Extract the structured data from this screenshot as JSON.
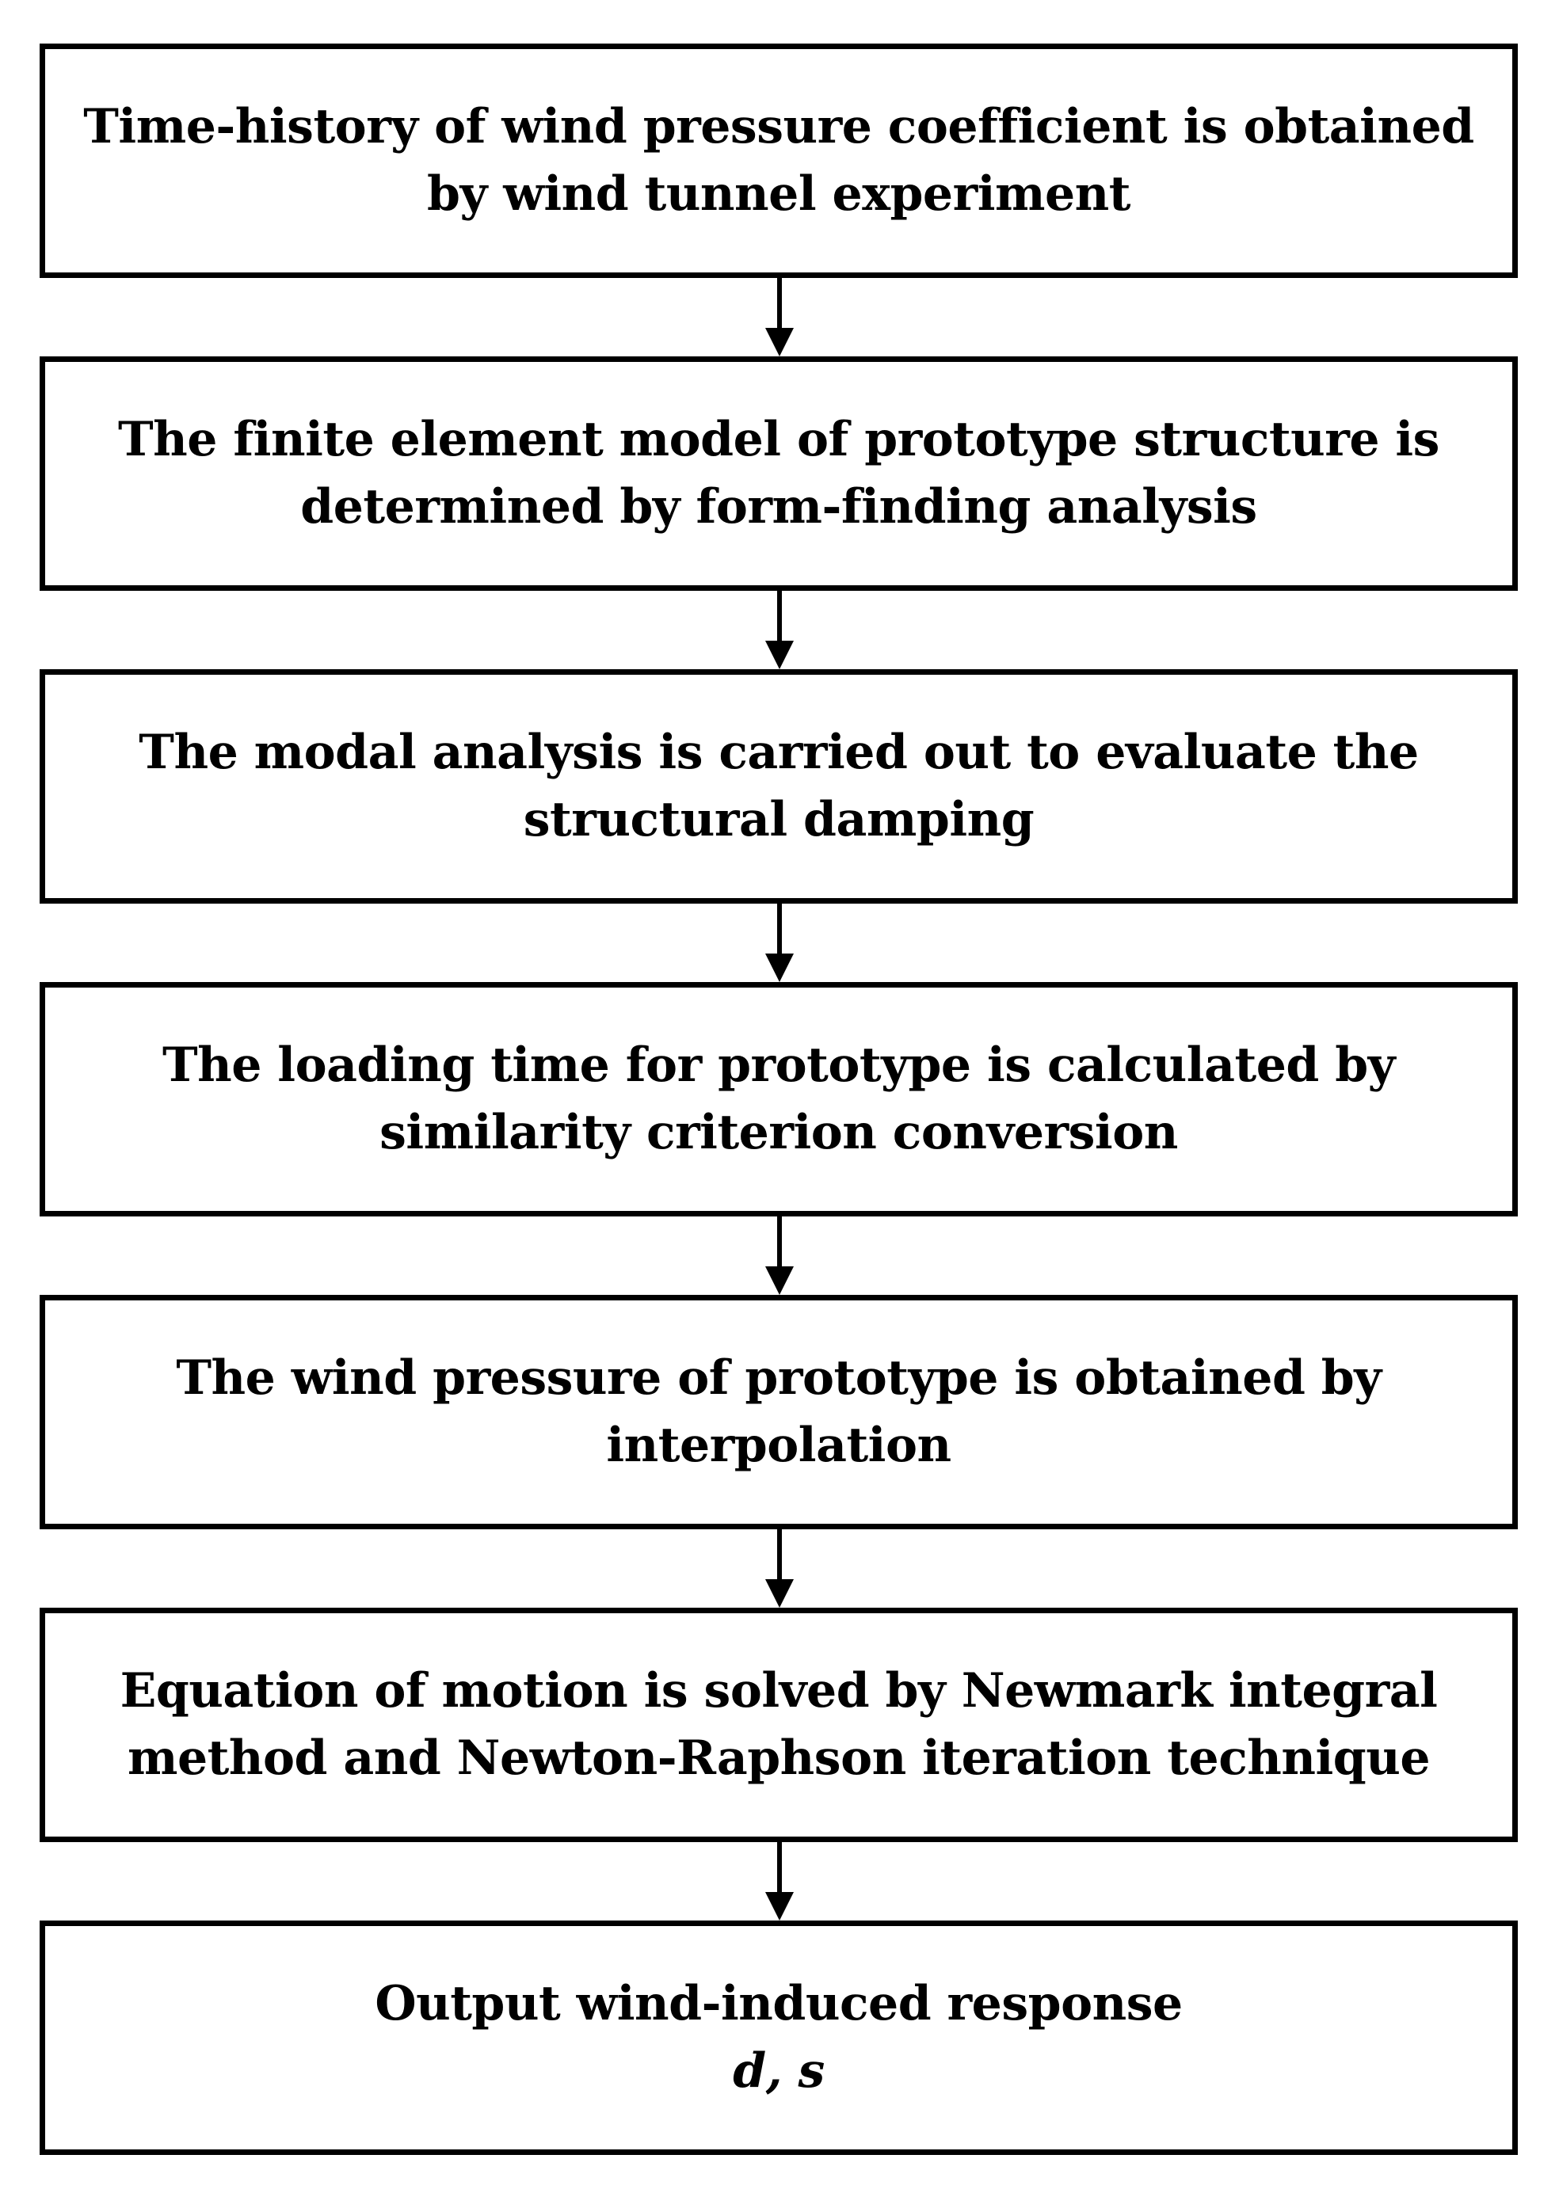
{
  "flowchart": {
    "steps": [
      {
        "lines": [
          "Time-history of wind pressure coefficient is obtained",
          "by wind tunnel experiment"
        ]
      },
      {
        "lines": [
          "The finite element model of prototype structure is",
          "determined by form-finding analysis"
        ]
      },
      {
        "lines": [
          "The modal analysis is carried out to evaluate the",
          "structural damping"
        ]
      },
      {
        "lines": [
          "The loading time for prototype is calculated by",
          "similarity criterion conversion"
        ]
      },
      {
        "lines": [
          "The wind pressure  of prototype  is obtained by",
          "interpolation"
        ]
      },
      {
        "lines": [
          "Equation of motion is solved by Newmark integral",
          "method and Newton-Raphson iteration technique"
        ]
      },
      {
        "lines": [
          "Output wind-induced response",
          "d, s"
        ]
      }
    ]
  }
}
